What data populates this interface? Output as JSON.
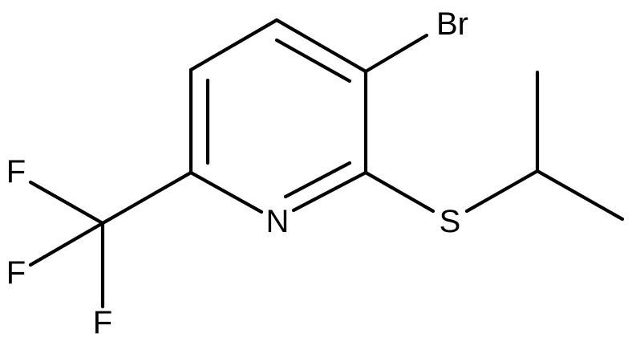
{
  "structure": {
    "atom_labels": {
      "br": "Br",
      "n": "N",
      "s": "S",
      "f_top": "F",
      "f_mid": "F",
      "f_bottom": "F"
    },
    "colors": {
      "bond": "#000000",
      "text": "#000000",
      "background": "#ffffff"
    }
  }
}
